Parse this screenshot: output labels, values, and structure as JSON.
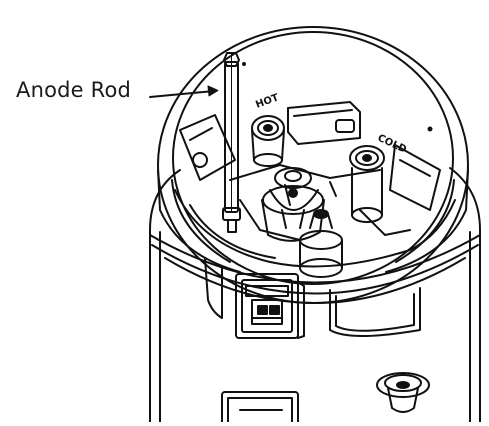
{
  "callout": {
    "label": "Anode Rod"
  },
  "stamped_labels": {
    "hot": "HOT",
    "cold": "COLD"
  },
  "colors": {
    "ink": "#111111",
    "background": "#ffffff"
  }
}
